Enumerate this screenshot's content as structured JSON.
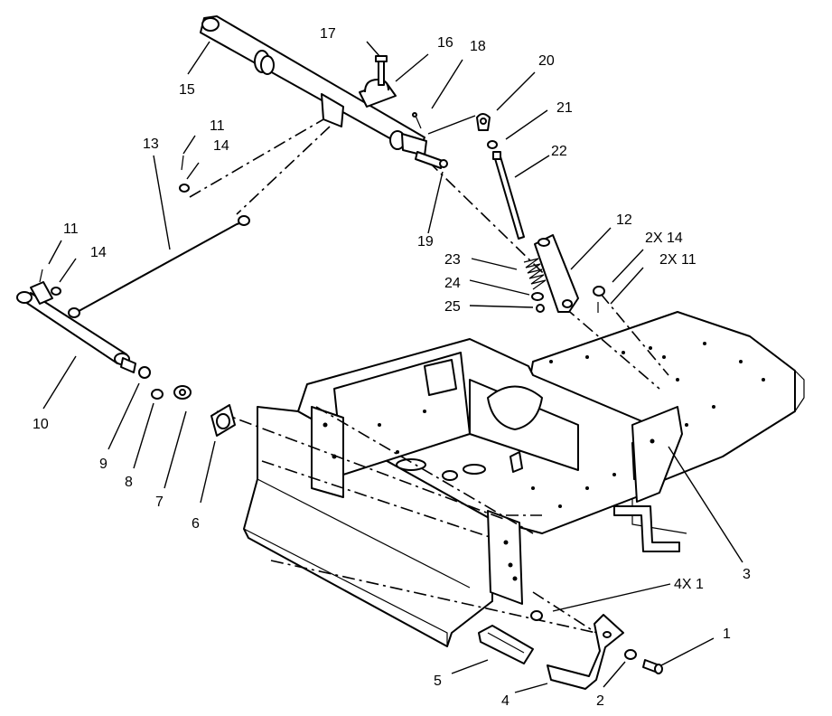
{
  "callouts": [
    {
      "id": "c1",
      "text": "1"
    },
    {
      "id": "c2",
      "text": "2"
    },
    {
      "id": "c3",
      "text": "3"
    },
    {
      "id": "c4x1",
      "text": "4X 1"
    },
    {
      "id": "c4",
      "text": "4"
    },
    {
      "id": "c5",
      "text": "5"
    },
    {
      "id": "c6",
      "text": "6"
    },
    {
      "id": "c7",
      "text": "7"
    },
    {
      "id": "c8",
      "text": "8"
    },
    {
      "id": "c9",
      "text": "9"
    },
    {
      "id": "c10",
      "text": "10"
    },
    {
      "id": "c11a",
      "text": "11"
    },
    {
      "id": "c11b",
      "text": "11"
    },
    {
      "id": "c12",
      "text": "12"
    },
    {
      "id": "c13",
      "text": "13"
    },
    {
      "id": "c14a",
      "text": "14"
    },
    {
      "id": "c14b",
      "text": "14"
    },
    {
      "id": "c15",
      "text": "15"
    },
    {
      "id": "c16",
      "text": "16"
    },
    {
      "id": "c17",
      "text": "17"
    },
    {
      "id": "c18",
      "text": "18"
    },
    {
      "id": "c19",
      "text": "19"
    },
    {
      "id": "c20",
      "text": "20"
    },
    {
      "id": "c21",
      "text": "21"
    },
    {
      "id": "c22",
      "text": "22"
    },
    {
      "id": "c23",
      "text": "23"
    },
    {
      "id": "c24",
      "text": "24"
    },
    {
      "id": "c25",
      "text": "25"
    },
    {
      "id": "c2x14",
      "text": "2X 14"
    },
    {
      "id": "c2x11",
      "text": "2X 11"
    }
  ]
}
